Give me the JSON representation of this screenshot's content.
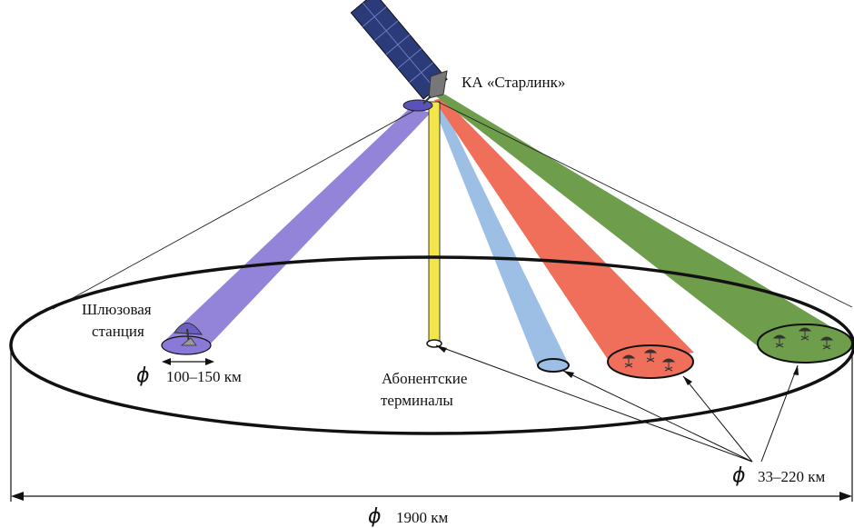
{
  "labels": {
    "satellite": "КА «Старлинк»",
    "gateway_line1": "Шлюзовая",
    "gateway_line2": "станция",
    "gateway_size": "100–150 км",
    "terminals_line1": "Абонентские",
    "terminals_line2": "терминалы",
    "cell_size": "33–220 км",
    "coverage_size": "1900 км",
    "diameter_symbol": "ϕ"
  },
  "colors": {
    "gateway_beam": "#8a79d6",
    "yellow_beam": "#f2e64a",
    "blue_beam": "#9dbfe6",
    "red_beam": "#ef6f5a",
    "green_beam": "#6e9e4c",
    "solar_panel": "#2b3a78",
    "outline": "#111111"
  }
}
